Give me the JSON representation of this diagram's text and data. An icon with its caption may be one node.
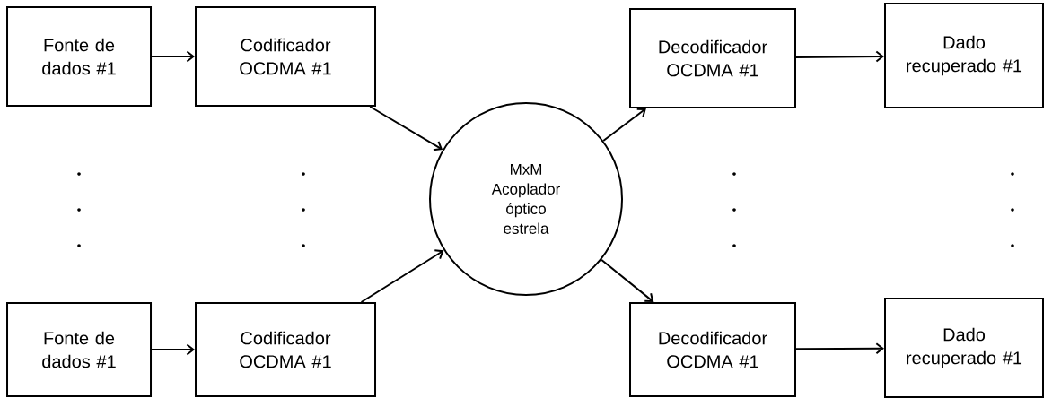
{
  "diagram": {
    "nodes": [
      {
        "text": [
          "Fonte de dados #1"
        ]
      },
      {
        "text": [
          "Codificador OCDMA #1"
        ]
      },
      {
        "text": [
          "Fonte de dados #1"
        ]
      },
      {
        "text": [
          "Codificador OCDMA #1"
        ]
      },
      {
        "text": [
          "MxM Acoplador óptico estrela"
        ]
      },
      {
        "text": [
          "Decodificador OCDMA #1"
        ]
      },
      {
        "text": [
          "Dado recuperado #1"
        ]
      },
      {
        "text": [
          "Decodificador OCDMA #1"
        ]
      },
      {
        "text": [
          "Dado recuperado #1"
        ]
      }
    ],
    "edges": [
      {
        "from": 0,
        "to": 1,
        "arrow": "to"
      },
      {
        "from": 2,
        "to": 3,
        "arrow": "to"
      },
      {
        "from": 1,
        "to": 4,
        "arrow": "to"
      },
      {
        "from": 3,
        "to": 4,
        "arrow": "to"
      },
      {
        "from": 4,
        "to": 5,
        "arrow": "to"
      },
      {
        "from": 4,
        "to": 7,
        "arrow": "to"
      },
      {
        "from": 5,
        "to": 6,
        "arrow": "to"
      },
      {
        "from": 7,
        "to": 8,
        "arrow": "to"
      }
    ]
  }
}
